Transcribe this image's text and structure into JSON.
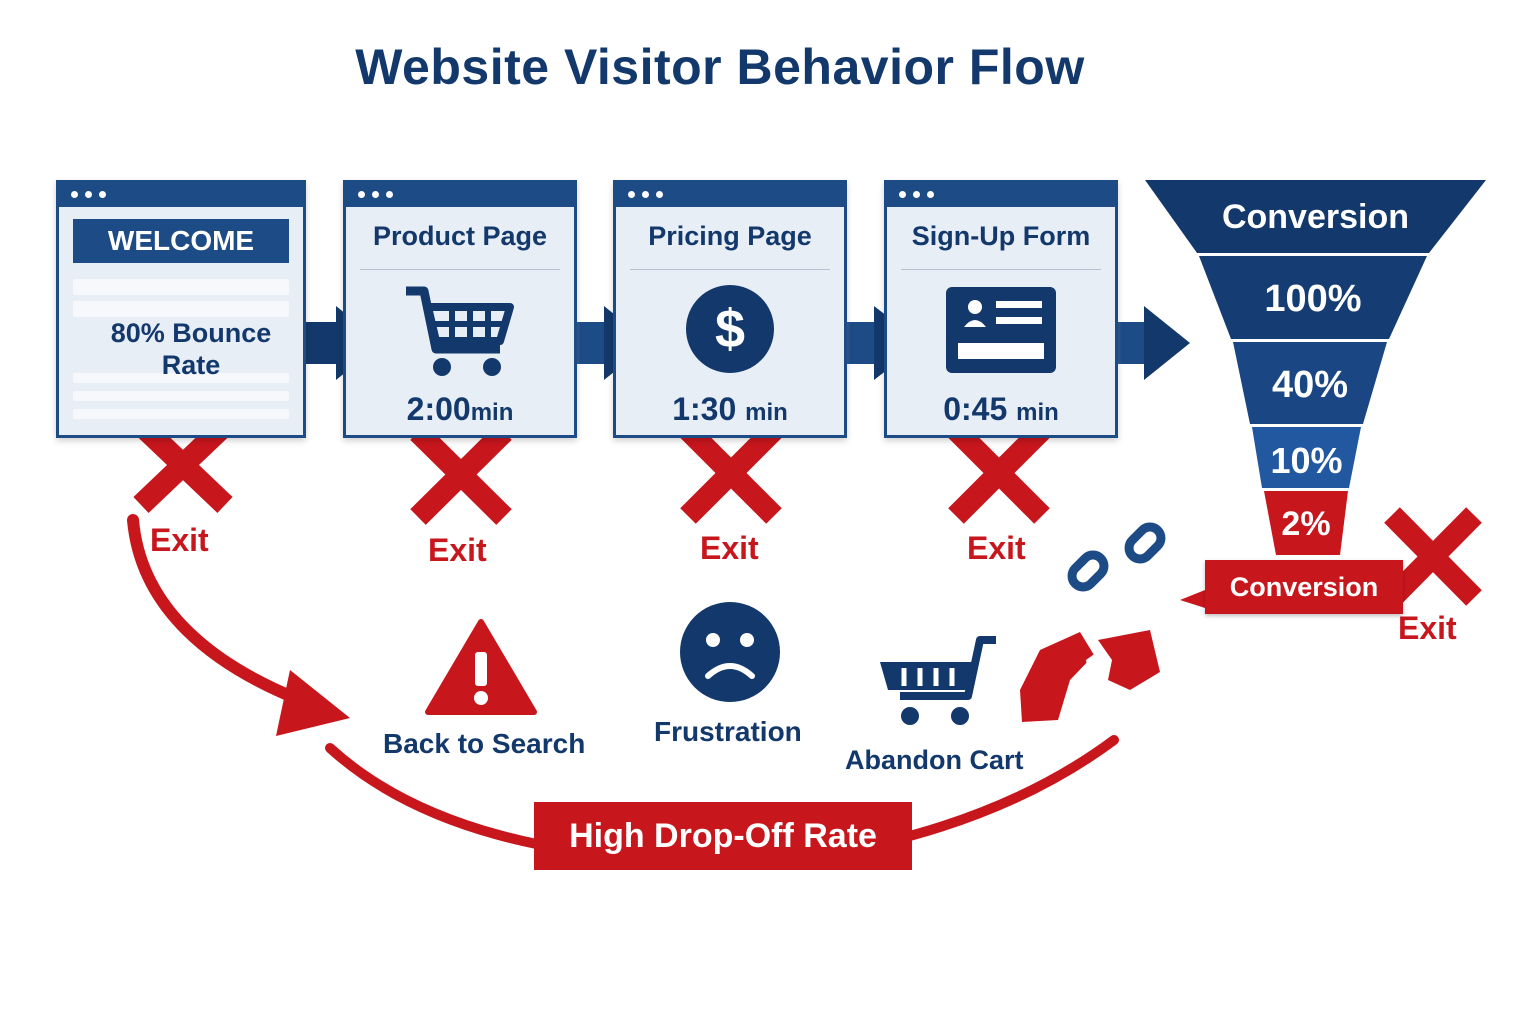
{
  "title": "Website Visitor Behavior Flow",
  "pages": [
    {
      "banner": "WELCOME",
      "bounce_value": "80%",
      "bounce_label": "Bounce",
      "bounce_label_2": "Rate",
      "icon": "text-lines-icon"
    },
    {
      "title": "Product Page",
      "time": "2:00",
      "time_unit": "min",
      "icon": "shopping-cart-icon"
    },
    {
      "title": "Pricing Page",
      "time": "1:30",
      "time_unit": "min",
      "icon": "dollar-coin-icon"
    },
    {
      "title": "Sign-Up Form",
      "time": "0:45",
      "time_unit": "min",
      "icon": "id-card-icon"
    }
  ],
  "exit_label": "Exit",
  "funnel": {
    "header": "Conversion",
    "levels": [
      "100%",
      "40%",
      "10%",
      "2%"
    ],
    "tag": "Conversion"
  },
  "outcomes": [
    {
      "label": "Back to Search",
      "icon": "warning-icon"
    },
    {
      "label": "Frustration",
      "icon": "sad-face-icon"
    },
    {
      "label": "Abandon Cart",
      "icon": "shopping-cart-icon"
    }
  ],
  "drop_off": "High Drop-Off Rate",
  "colors": {
    "navy": "#13386b",
    "blue": "#1d4b86",
    "red": "#c8161d",
    "panel": "#e8eef6"
  }
}
